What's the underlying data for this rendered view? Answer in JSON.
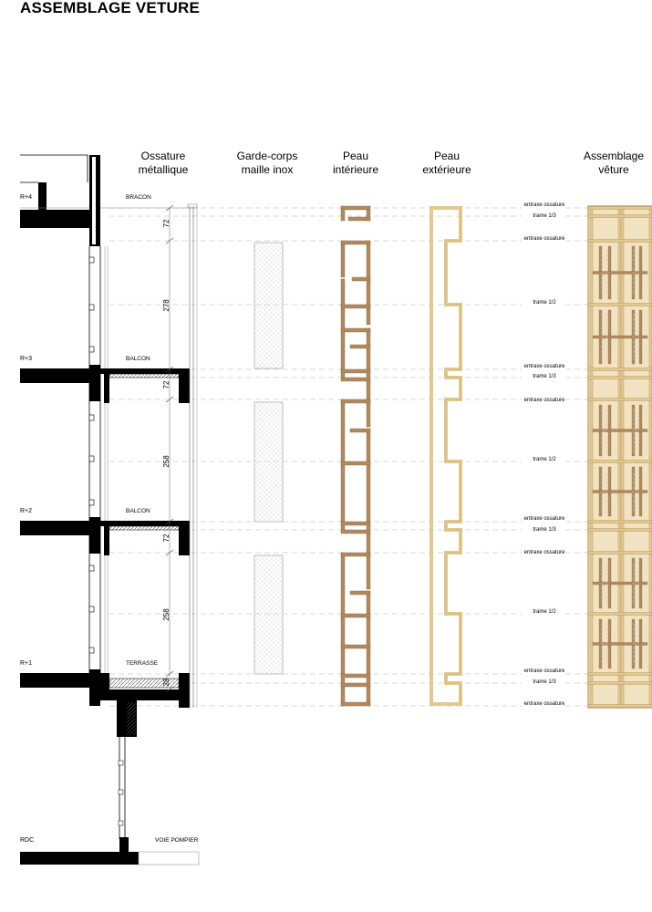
{
  "title": "ASSEMBLAGE VETURE",
  "columns": [
    {
      "line1": "Ossature",
      "line2": "métallique"
    },
    {
      "line1": "Garde-corps",
      "line2": "maille inox"
    },
    {
      "line1": "Peau",
      "line2": "intérieure"
    },
    {
      "line1": "Peau",
      "line2": "extérieure"
    },
    {
      "line1": "Assemblage",
      "line2": "vêture"
    }
  ],
  "levels": [
    "R+4",
    "R+3",
    "R+2",
    "R+1",
    "RDC"
  ],
  "elements": [
    "BRACON",
    "BALCON",
    "BALCON",
    "TERRASSE",
    "VOIE POMPIER"
  ],
  "dimensions": [
    "72",
    "278",
    "72",
    "258",
    "72",
    "258",
    "28"
  ],
  "annotations": {
    "entraxe": "entraxe ossature",
    "trame13": "trame 1/3",
    "trame12": "trame 1/2"
  },
  "colors": {
    "wood_inner": "#b08a5e",
    "wood_outer": "#e2c98e",
    "mesh": "#bdbdbd",
    "concrete": "#000000"
  }
}
